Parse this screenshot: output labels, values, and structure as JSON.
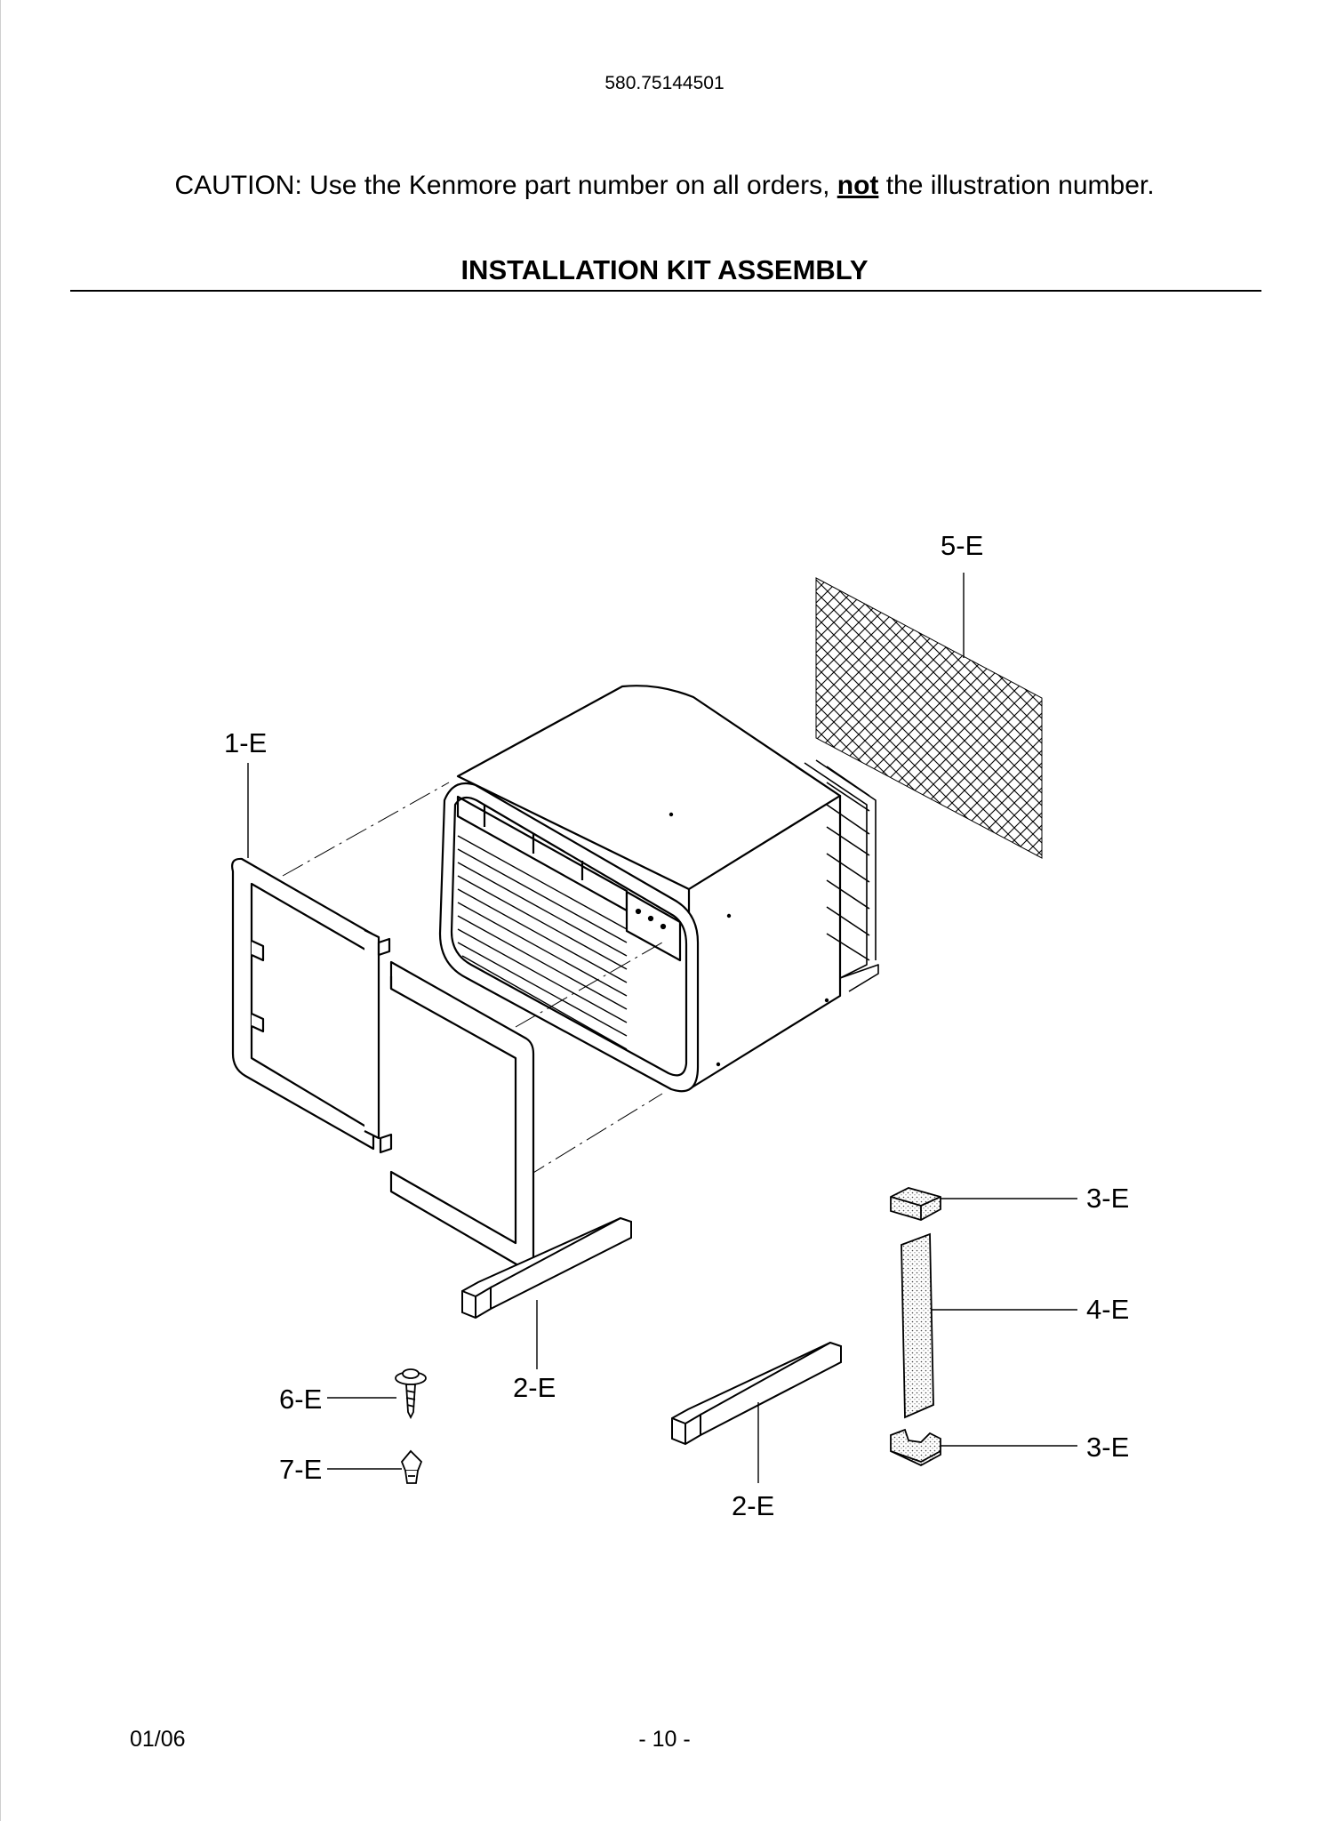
{
  "header": {
    "model_number": "580.75144501",
    "caution_prefix": "CAUTION: Use the Kenmore part number on all orders, ",
    "caution_emphasis": "not",
    "caution_suffix": " the illustration number.",
    "title": "INSTALLATION KIT ASSEMBLY"
  },
  "callouts": {
    "frame": "1-E",
    "rail_a": "2-E",
    "rail_b": "2-E",
    "foam_top": "3-E",
    "foam_bottom": "3-E",
    "gasket": "4-E",
    "screen": "5-E",
    "screw": "6-E",
    "clip": "7-E"
  },
  "footer": {
    "date": "01/06",
    "page": "- 10 -"
  }
}
